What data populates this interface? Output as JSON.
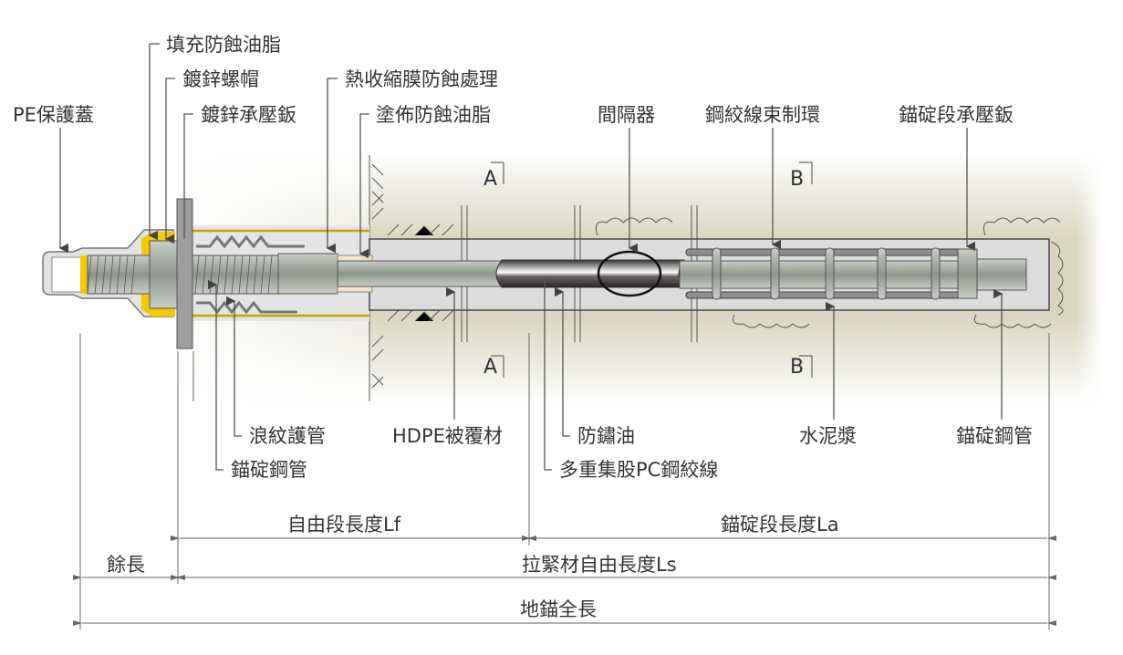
{
  "labels": {
    "pe_cap": "PE保護蓋",
    "fill_grease": "填充防蝕油脂",
    "galv_nut": "鍍鋅螺帽",
    "galv_plate": "鍍鋅承壓鈑",
    "heat_shrink": "熱收縮膜防蝕處理",
    "coat_grease": "塗佈防蝕油脂",
    "spacer": "間隔器",
    "strand_ring": "鋼絞線束制環",
    "anchor_plate": "錨碇段承壓鈑",
    "corrugated": "浪紋護管",
    "anchor_pipe_left": "錨碇鋼管",
    "hdpe": "HDPE被覆材",
    "rust_oil": "防鏽油",
    "multi_strand": "多重集股PC鋼絞線",
    "grout": "水泥漿",
    "anchor_pipe_right": "錨碇鋼管"
  },
  "sections": {
    "a_top": "A",
    "a_bottom": "A",
    "b_top": "B",
    "b_bottom": "B"
  },
  "dimensions": {
    "free_length": "自由段長度Lf",
    "anchor_length": "錨碇段長度La",
    "extra_length": "餘長",
    "tendon_free_length": "拉緊材自由長度Ls",
    "total_length": "地錨全長"
  },
  "colors": {
    "grease": "#f5c800",
    "soil": "#d8d5bd",
    "grout": "#dcdcdc",
    "steel": "#a9aea6"
  }
}
